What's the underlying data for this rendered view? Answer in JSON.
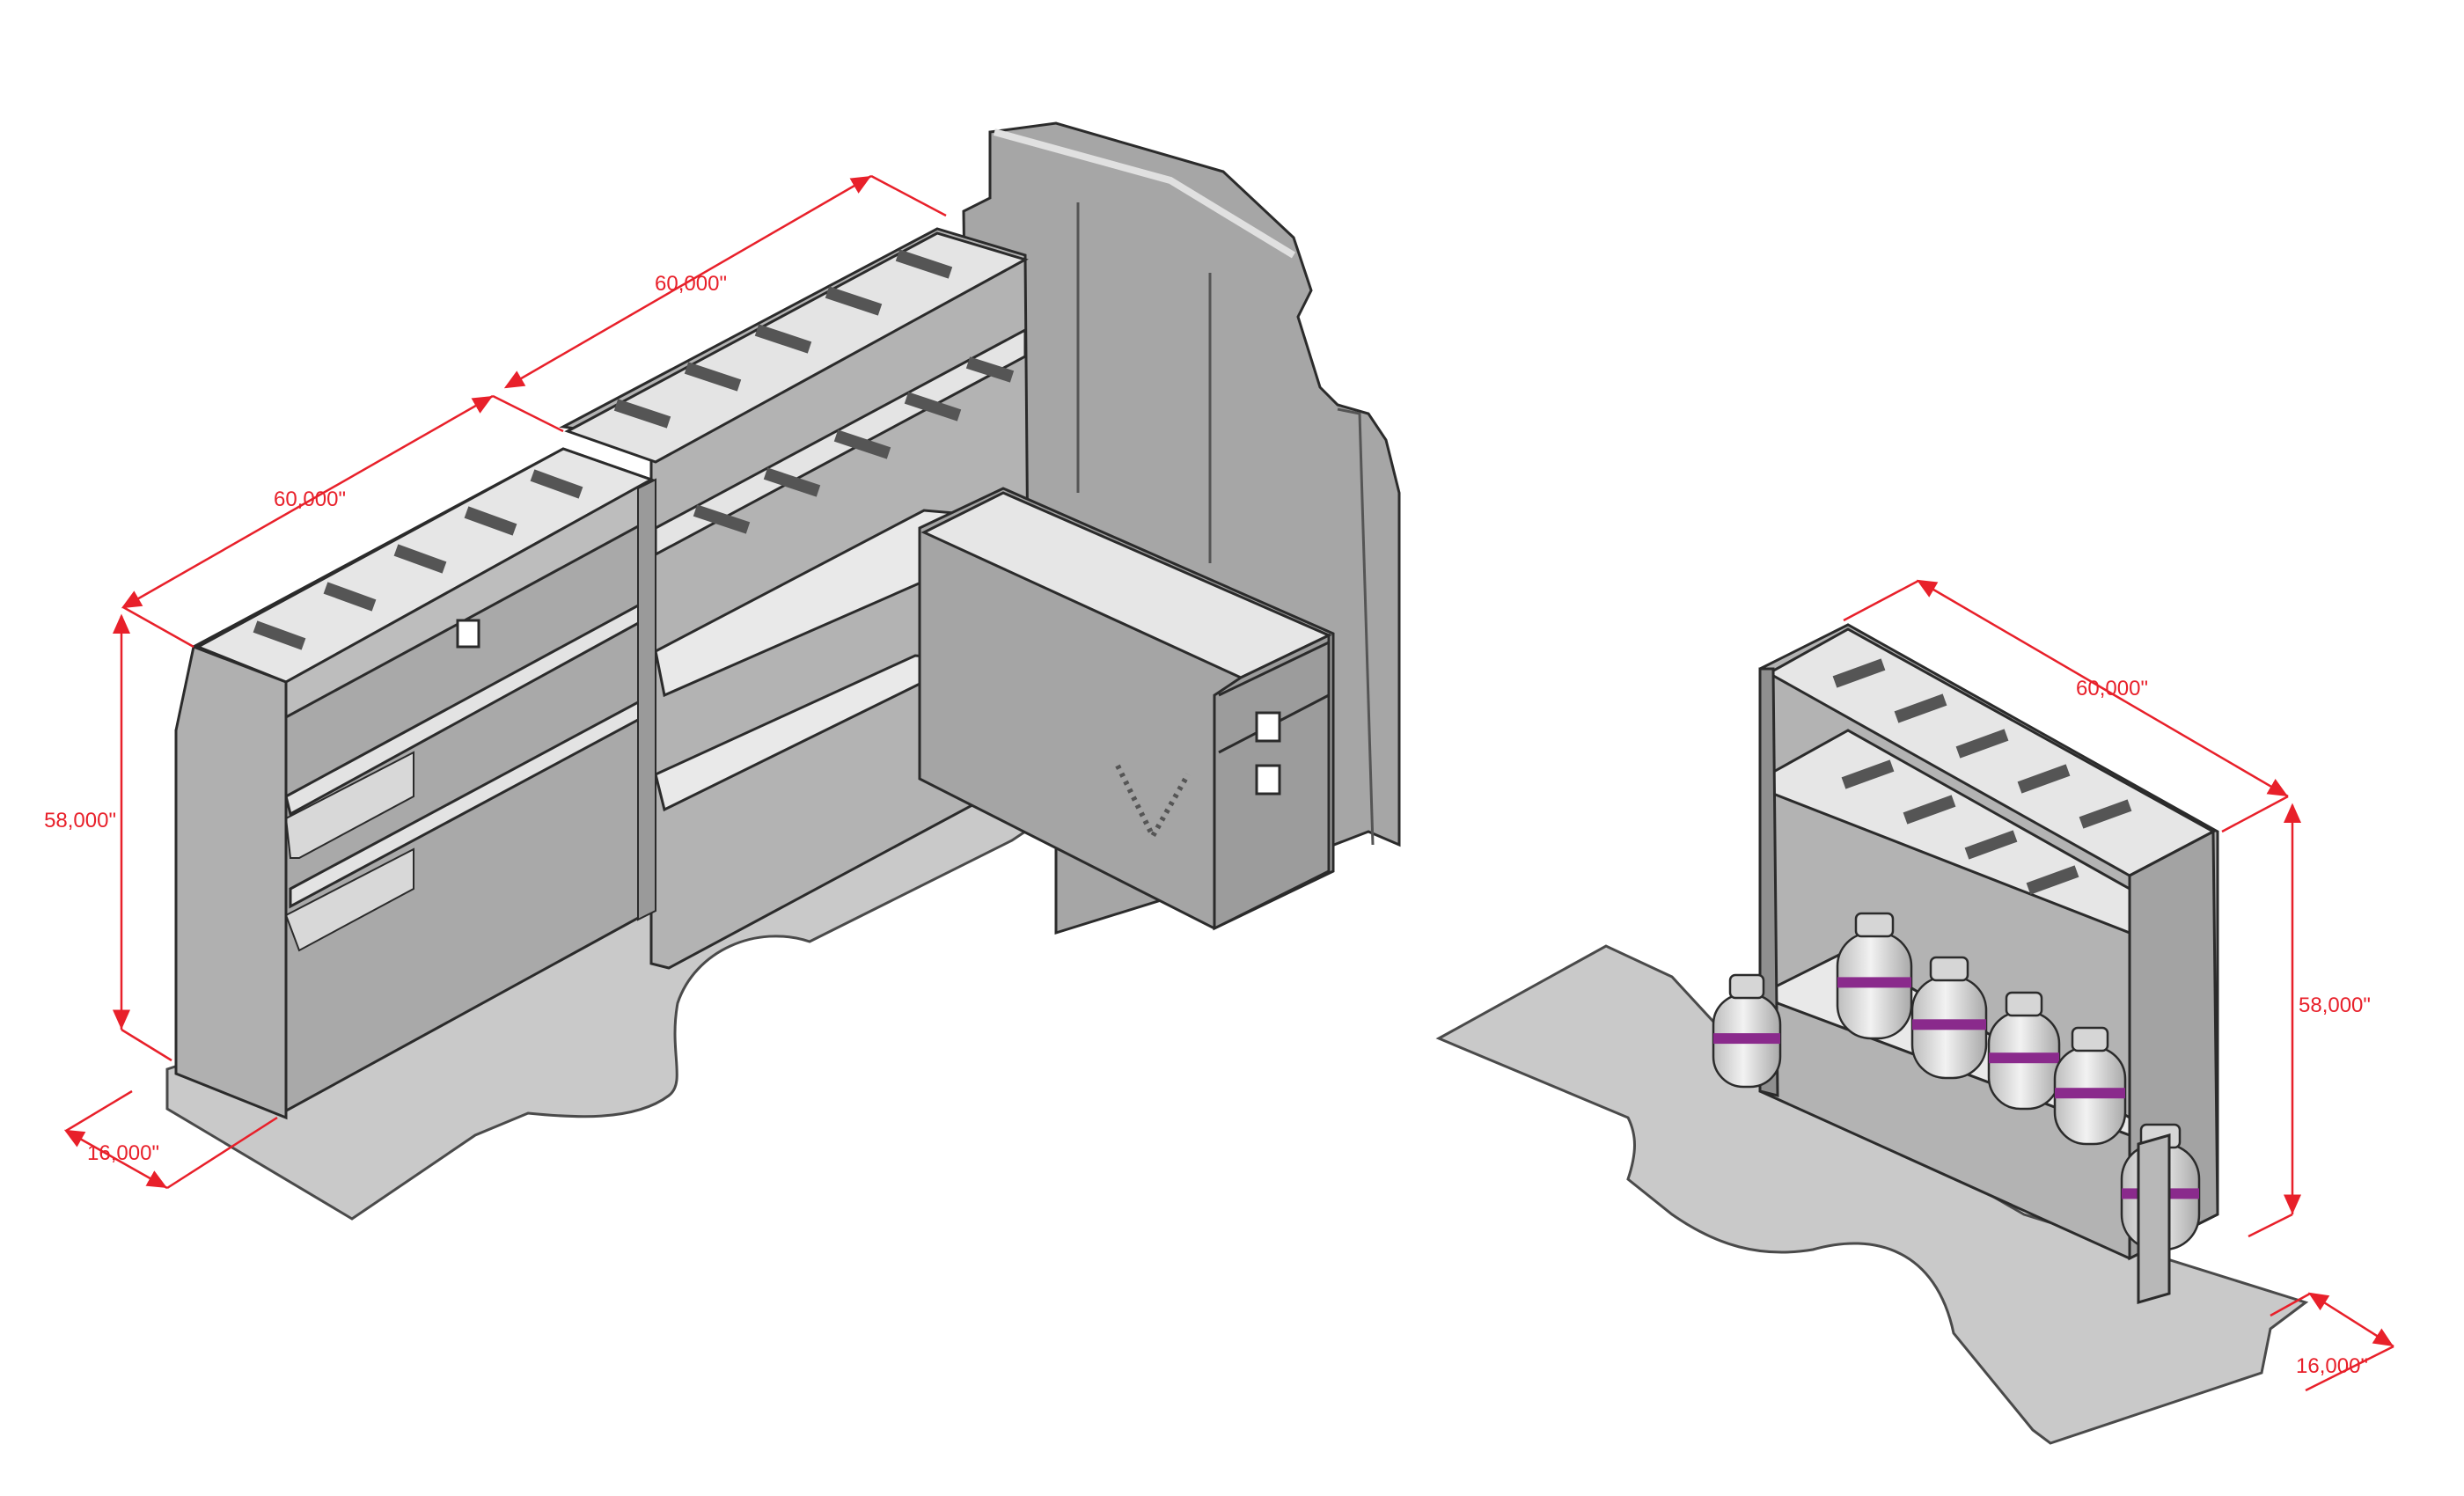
{
  "colors": {
    "background": "#ffffff",
    "floor": "#c9c9c9",
    "floor_edge": "#4a4a4a",
    "shelf_top": "#e6e6e6",
    "shelf_side": "#9a9a9a",
    "panel": "#a8a8a8",
    "panel_dark": "#7c7c7c",
    "outline": "#2b2b2b",
    "dimension": "#e8202a",
    "tank_body": "#dcdcdc",
    "tank_band": "#8a2a8c"
  },
  "dimensions": {
    "left_upper_width": "60,000\"",
    "left_lower_width": "60,000\"",
    "left_height": "58,000\"",
    "left_depth": "16,000\"",
    "right_width": "60,000\"",
    "right_height": "58,000\"",
    "right_depth": "16,000\""
  }
}
